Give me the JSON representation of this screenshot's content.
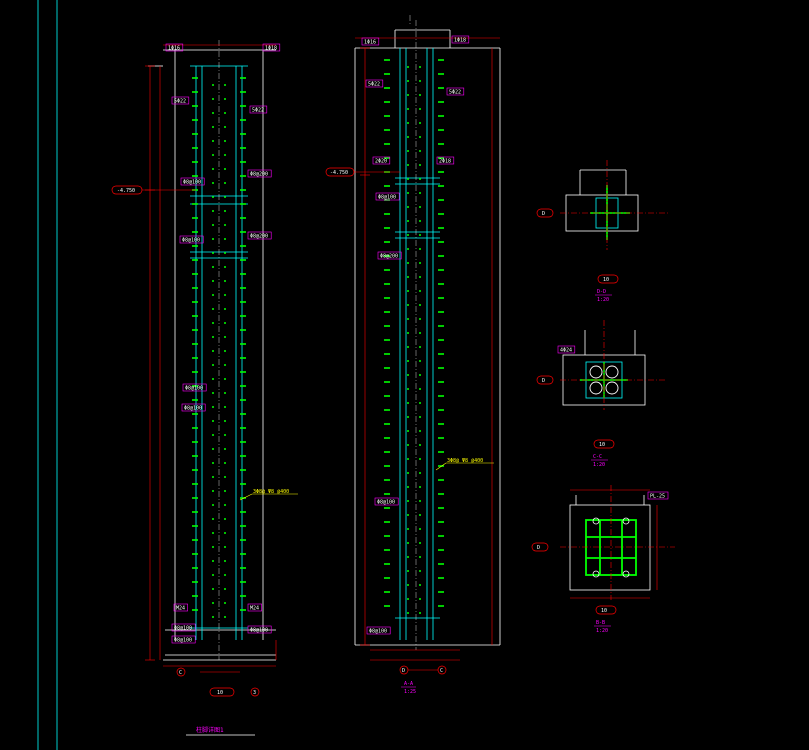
{
  "drawing": {
    "title": "柱脚详图1",
    "colors": {
      "background": "#000000",
      "outline": "#ffffff",
      "steel": "#00ffff",
      "rebar": "#00ff00",
      "tag": "#ff00ff",
      "dim": "#ff0000",
      "note": "#ffff00"
    }
  },
  "elevation_1": {
    "level_tag": "-4.750",
    "note": "3Φ8@ Ψ8 @400",
    "axis_label": "10",
    "axis_marks": [
      "C",
      "3"
    ],
    "tags_upper": [
      "1Φ16",
      "1Φ18",
      "5Φ22",
      "5Φ22"
    ],
    "tags_side": [
      "Φ8@100",
      "Φ8@200",
      "Φ8@100",
      "Φ8@200",
      "Φ8@100",
      "Φ8@100"
    ],
    "tags_lower": [
      "M24",
      "M24",
      "Φ8@100",
      "Φ8@100",
      "Φ8@100"
    ]
  },
  "elevation_2": {
    "level_tag": "-4.750",
    "note": "3Φ8@ Ψ8 @400",
    "axis_labels": [
      "D",
      "C"
    ],
    "section_label": "A-A",
    "scale": "1:25",
    "tags_upper": [
      "1Φ16",
      "1Φ18",
      "5Φ22",
      "5Φ22"
    ],
    "tags_mid": [
      "2Φ20",
      "2Φ18"
    ],
    "tags_side": [
      "Φ8@100",
      "Φ8@200",
      "Φ8@100",
      "Φ8@100"
    ]
  },
  "section_d": {
    "axis": "D",
    "tag": "10",
    "label": "D-D",
    "scale": "1:20"
  },
  "section_c": {
    "axis": "D",
    "tag": "10",
    "label": "C-C",
    "scale": "1:20",
    "bolt_tag": "4Φ24"
  },
  "section_b": {
    "axis": "D",
    "tag": "10",
    "label": "B-B",
    "scale": "1:20",
    "plate_tag": "PL-25"
  }
}
